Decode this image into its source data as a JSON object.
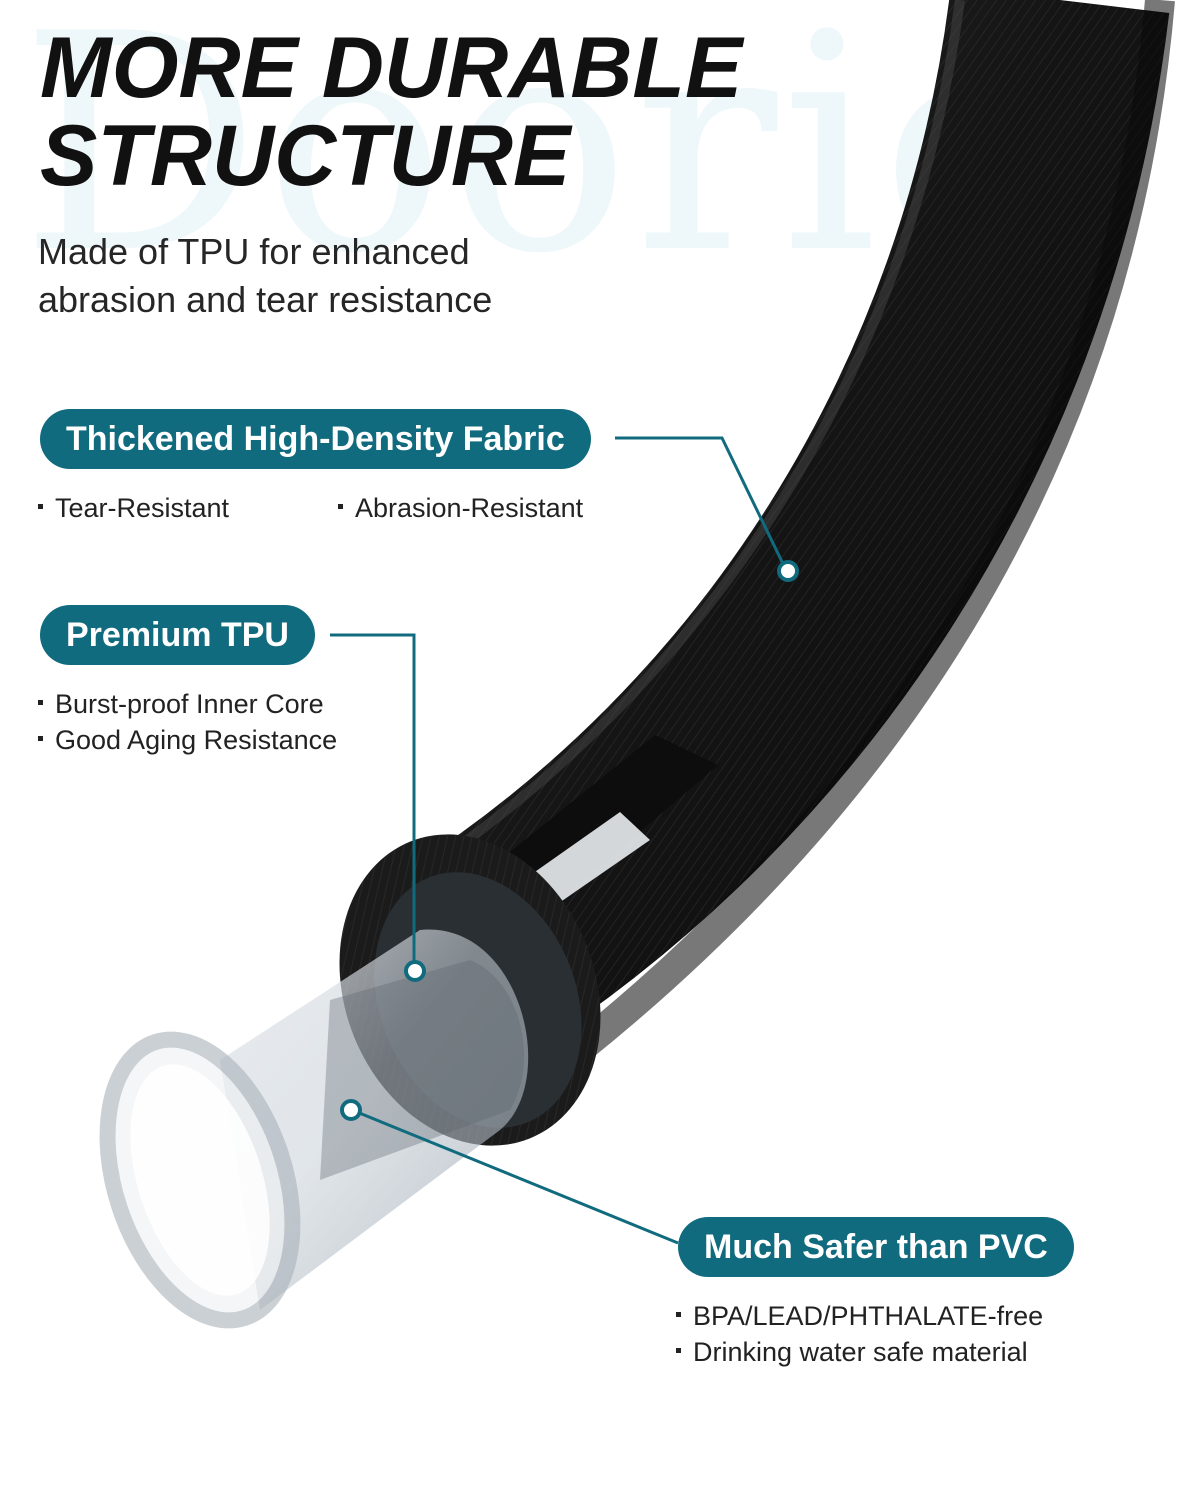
{
  "headline": {
    "line1": "MORE DURABLE",
    "line2": "STRUCTURE"
  },
  "subtitle": "Made of TPU for enhanced abrasion and tear resistance",
  "watermark": "Dooric",
  "features": {
    "fabric": {
      "title": "Thickened High-Density Fabric",
      "bullets": [
        "Tear-Resistant",
        "Abrasion-Resistant"
      ]
    },
    "tpu": {
      "title": "Premium TPU",
      "bullets": [
        "Burst-proof Inner Core",
        "Good Aging Resistance"
      ]
    },
    "safety": {
      "title": "Much Safer than PVC",
      "bullets": [
        "BPA/LEAD/PHTHALATE-free",
        "Drinking water safe material"
      ]
    }
  },
  "colors": {
    "accent": "#116b7e",
    "hose_outer": "#1e1e1e",
    "text": "#111111",
    "watermark": "#eef7fa"
  }
}
